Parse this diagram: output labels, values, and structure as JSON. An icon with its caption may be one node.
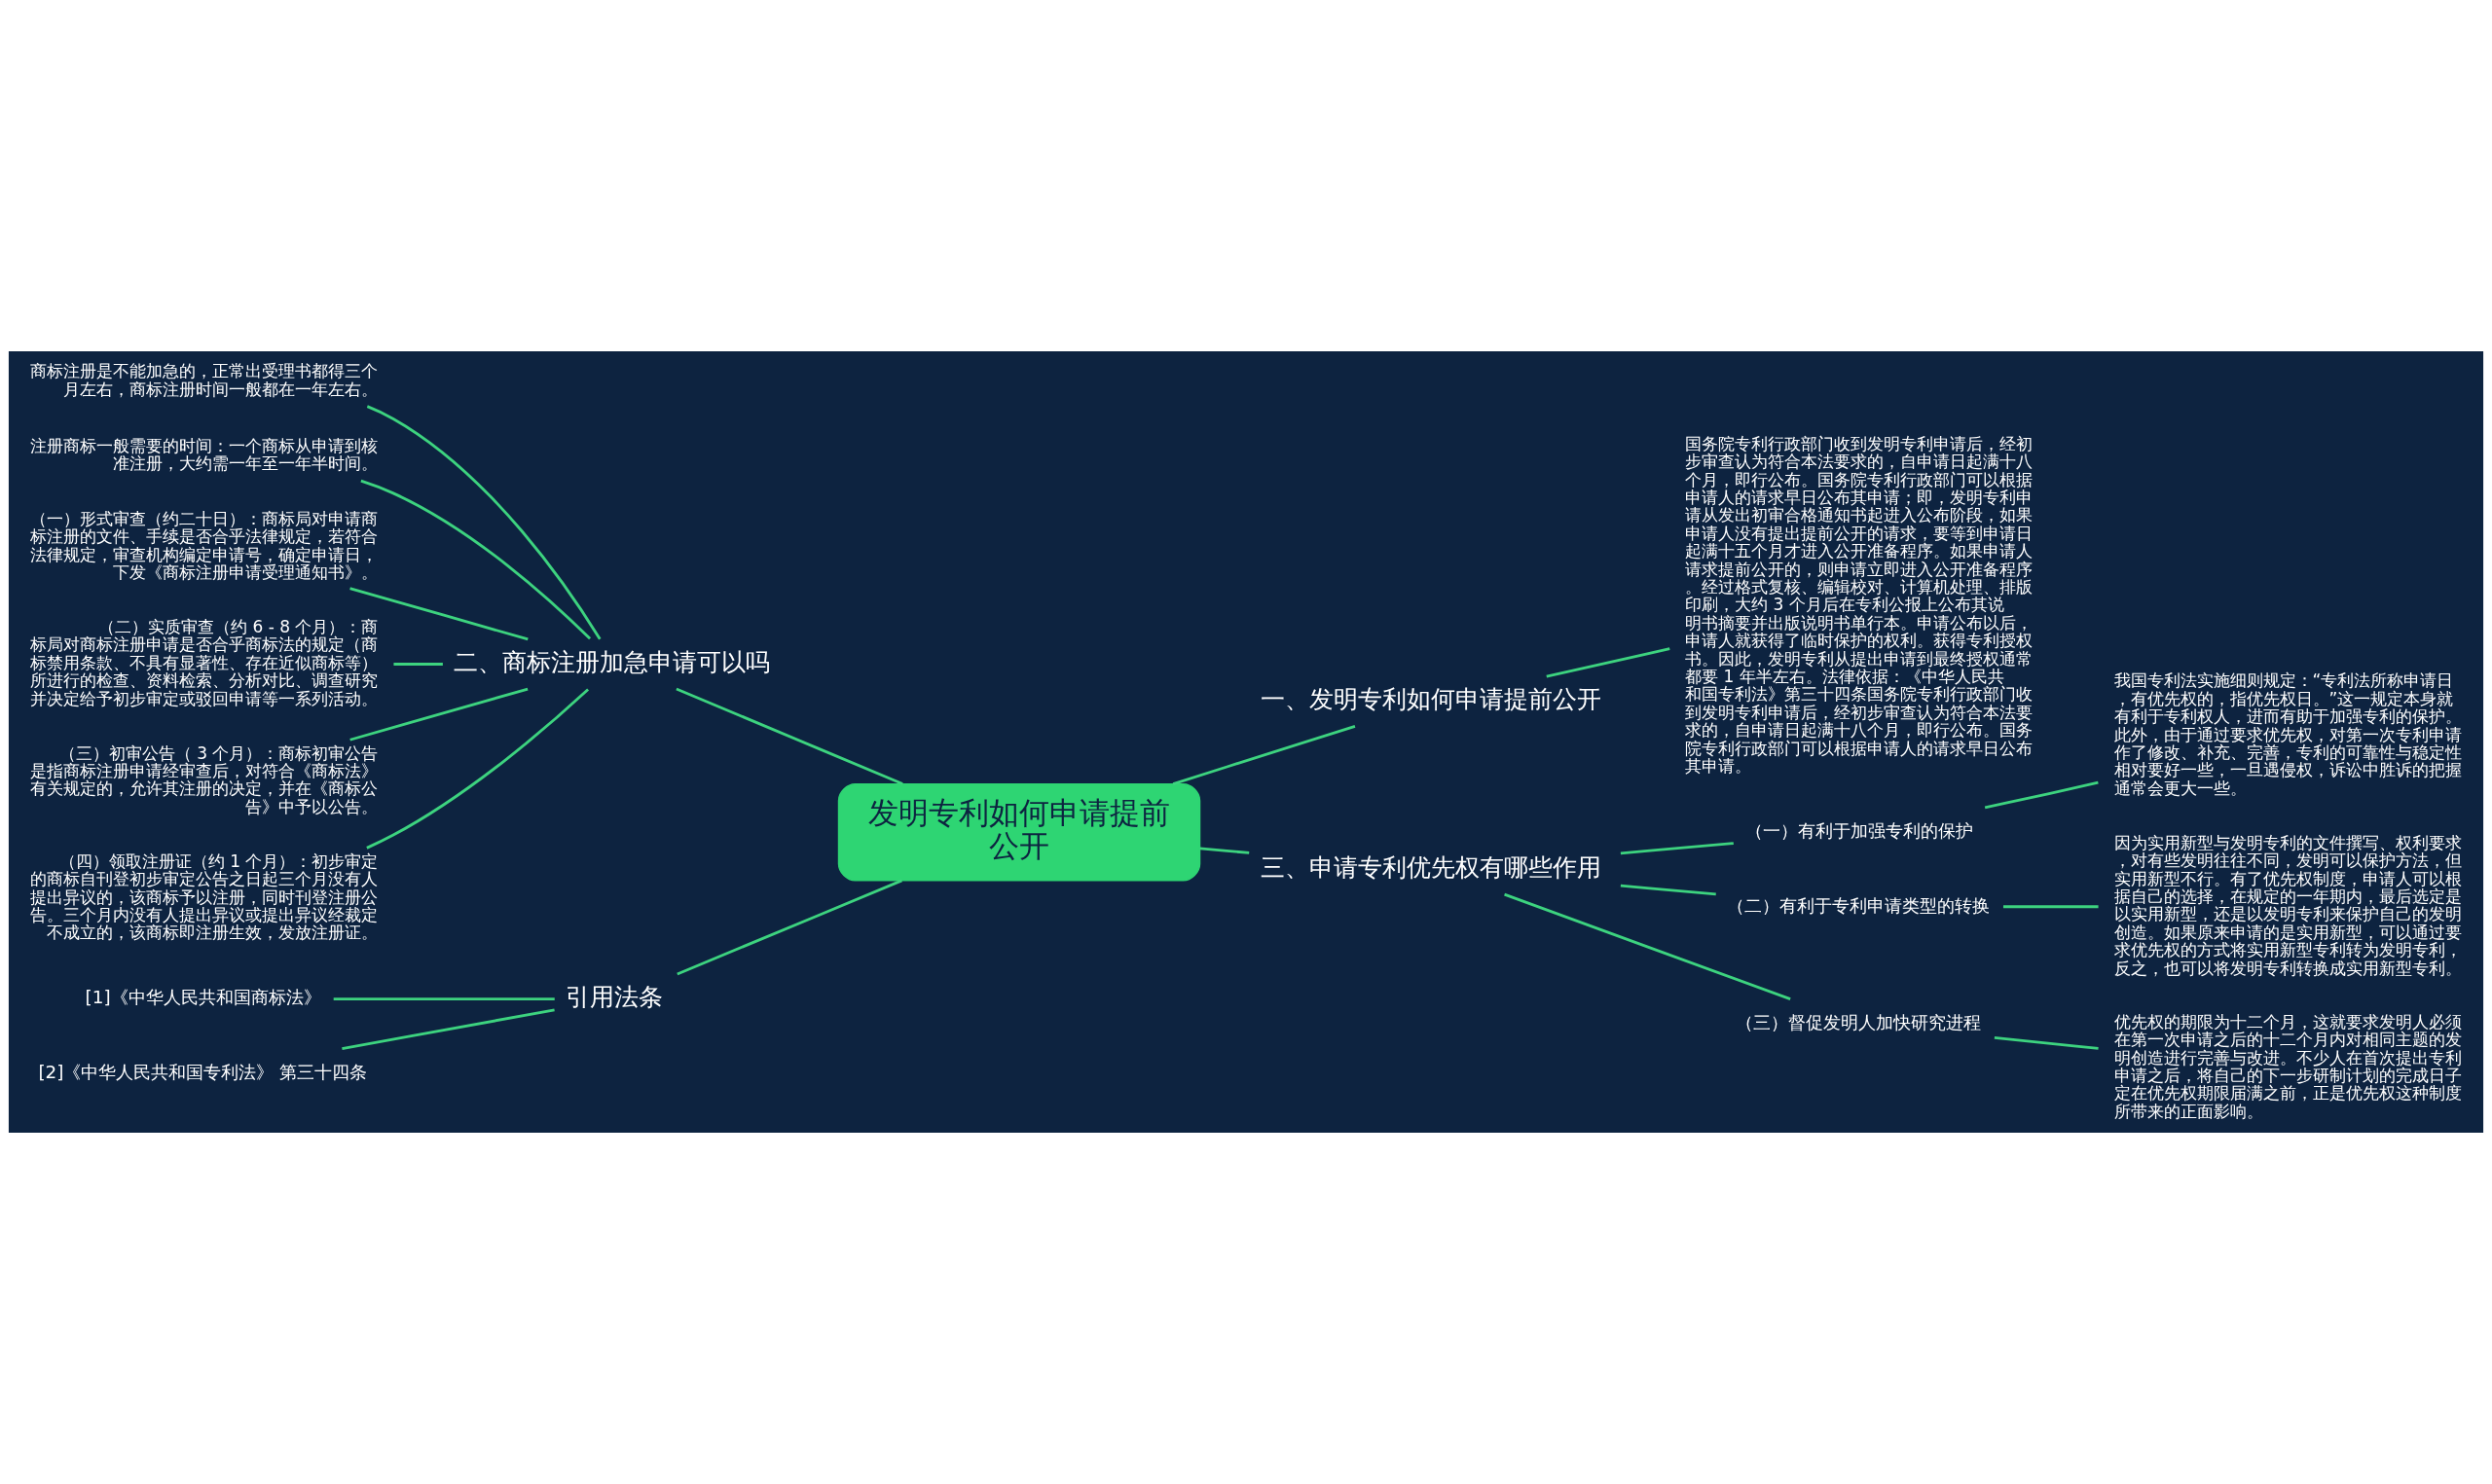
{
  "diagram": {
    "nodes": [
      {
        "text": [
          "发明专利如何申请提前公开"
        ]
      },
      {
        "text": [
          "二、商标注册加急申请可以吗"
        ]
      },
      {
        "text": [
          "商标注册是不能加急的，正常出受理书都得三个月左右，商标注册时间一般都在一年左右。"
        ]
      },
      {
        "text": [
          "注册商标一般需要的时间：一个商标从申请到核准注册，大约需一年至一年半时间。"
        ]
      },
      {
        "text": [
          "（一）形式审查（约二十日）：商标局对申请商标注册的文件、手续是否合乎法律规定，若符合法律规定，审查机构编定申请号，确定申请日，下发《商标注册申请受理通知书》。"
        ]
      },
      {
        "text": [
          "（二）实质审查（约 6 - 8 个月）：商标局对商标注册申请是否合乎商标法的规定（商标禁用条款、不具有显著性、存在近似商标等）所进行的检查、资料检索、分析对比、调查研究并决定给予初步审定或驳回申请等一系列活动。"
        ]
      },
      {
        "text": [
          "（三）初审公告（ 3 个月）：商标初审公告是指商标注册申请经审查后，对符合《商标法》有关规定的，允许其注册的决定，并在《商标公告》中予以公告。"
        ]
      },
      {
        "text": [
          "（四）领取注册证（约 1 个月）：初步审定的商标自刊登初步审定公告之日起三个月没有人提出异议的，该商标予以注册，同时刊登注册公告。三个月内没有人提出异议或提出异议经裁定不成立的，该商标即注册生效，发放注册证。"
        ]
      },
      {
        "text": [
          "引用法条"
        ]
      },
      {
        "text": [
          "[1]《中华人民共和国商标法》"
        ]
      },
      {
        "text": [
          "[2]《中华人民共和国专利法》 第三十四条"
        ]
      },
      {
        "text": [
          "一、发明专利如何申请提前公开"
        ]
      },
      {
        "text": [
          "国务院专利行政部门收到发明专利申请后，经初步审查认为符合本法要求的，自申请日起满十八个月，即行公布。国务院专利行政部门可以根据申请人的请求早日公布其申请；即，发明专利申请从发出初审合格通知书起进入公布阶段，如果申请人没有提出提前公开的请求，要等到申请日起满十五个月才进入公开准备程序。如果申请人请求提前公开的，则申请立即进入公开准备程序。经过格式复核、编辑校对、计算机处理、排版印刷，大约 3 个月后在专利公报上公布其说明书摘要并出版说明书单行本。申请公布以后，申请人就获得了临时保护的权利。获得专利授权书。因此，发明专利从提出申请到最终授权通常都要 1 年半左右。法律依据：《中华人民共和国专利法》第三十四条国务院专利行政部门收到发明专利申请后，经初步审查认为符合本法要求的，自申请日起满十八个月，即行公布。国务院专利行政部门可以根据申请人的请求早日公布其申请。"
        ]
      },
      {
        "text": [
          "三、申请专利优先权有哪些作用"
        ]
      },
      {
        "text": [
          "（一）有利于加强专利的保护"
        ]
      },
      {
        "text": [
          "我国专利法实施细则规定：“专利法所称申请日，有优先权的，指优先权日。”这一规定本身就有利于专利权人，进而有助于加强专利的保护。此外，由于通过要求优先权，对第一次专利申请作了修改、补充、完善，专利的可靠性与稳定性相对要好一些，一旦遇侵权，诉讼中胜诉的把握通常会更大一些。"
        ]
      },
      {
        "text": [
          "（二）有利于专利申请类型的转换"
        ]
      },
      {
        "text": [
          "因为实用新型与发明专利的文件撰写、权利要求，对有些发明往往不同，发明可以保护方法，但实用新型不行。有了优先权制度，申请人可以根据自己的选择，在规定的一年期内，最后选定是以实用新型，还是以发明专利来保护自己的发明创造。如果原来申请的是实用新型，可以通过要求优先权的方式将实用新型专利转为发明专利，反之，也可以将发明专利转换成实用新型专利。"
        ]
      },
      {
        "text": [
          "（三）督促发明人加快研究进程"
        ]
      },
      {
        "text": [
          "优先权的期限为十二个月，这就要求发明人必须在第一次申请之后的十二个月内对相同主题的发明创造进行完善与改进。不少人在首次提出专利申请之后，将自己的下一步研制计划的完成日子定在优先权期限届满之前，正是优先权这种制度所带来的正面影响。"
        ]
      }
    ],
    "edges": [
      {
        "from": 0,
        "to": 1,
        "arrow": "none"
      },
      {
        "from": 1,
        "to": 2,
        "arrow": "none"
      },
      {
        "from": 1,
        "to": 3,
        "arrow": "none"
      },
      {
        "from": 1,
        "to": 4,
        "arrow": "none"
      },
      {
        "from": 1,
        "to": 5,
        "arrow": "none"
      },
      {
        "from": 1,
        "to": 6,
        "arrow": "none"
      },
      {
        "from": 1,
        "to": 7,
        "arrow": "none"
      },
      {
        "from": 0,
        "to": 8,
        "arrow": "none"
      },
      {
        "from": 8,
        "to": 9,
        "arrow": "none"
      },
      {
        "from": 8,
        "to": 10,
        "arrow": "none"
      },
      {
        "from": 0,
        "to": 11,
        "arrow": "none"
      },
      {
        "from": 11,
        "to": 12,
        "arrow": "none"
      },
      {
        "from": 0,
        "to": 13,
        "arrow": "none"
      },
      {
        "from": 13,
        "to": 14,
        "arrow": "none"
      },
      {
        "from": 14,
        "to": 15,
        "arrow": "none"
      },
      {
        "from": 13,
        "to": 16,
        "arrow": "none"
      },
      {
        "from": 16,
        "to": 17,
        "arrow": "none"
      },
      {
        "from": 13,
        "to": 18,
        "arrow": "none"
      },
      {
        "from": 18,
        "to": 19,
        "arrow": "none"
      }
    ]
  }
}
